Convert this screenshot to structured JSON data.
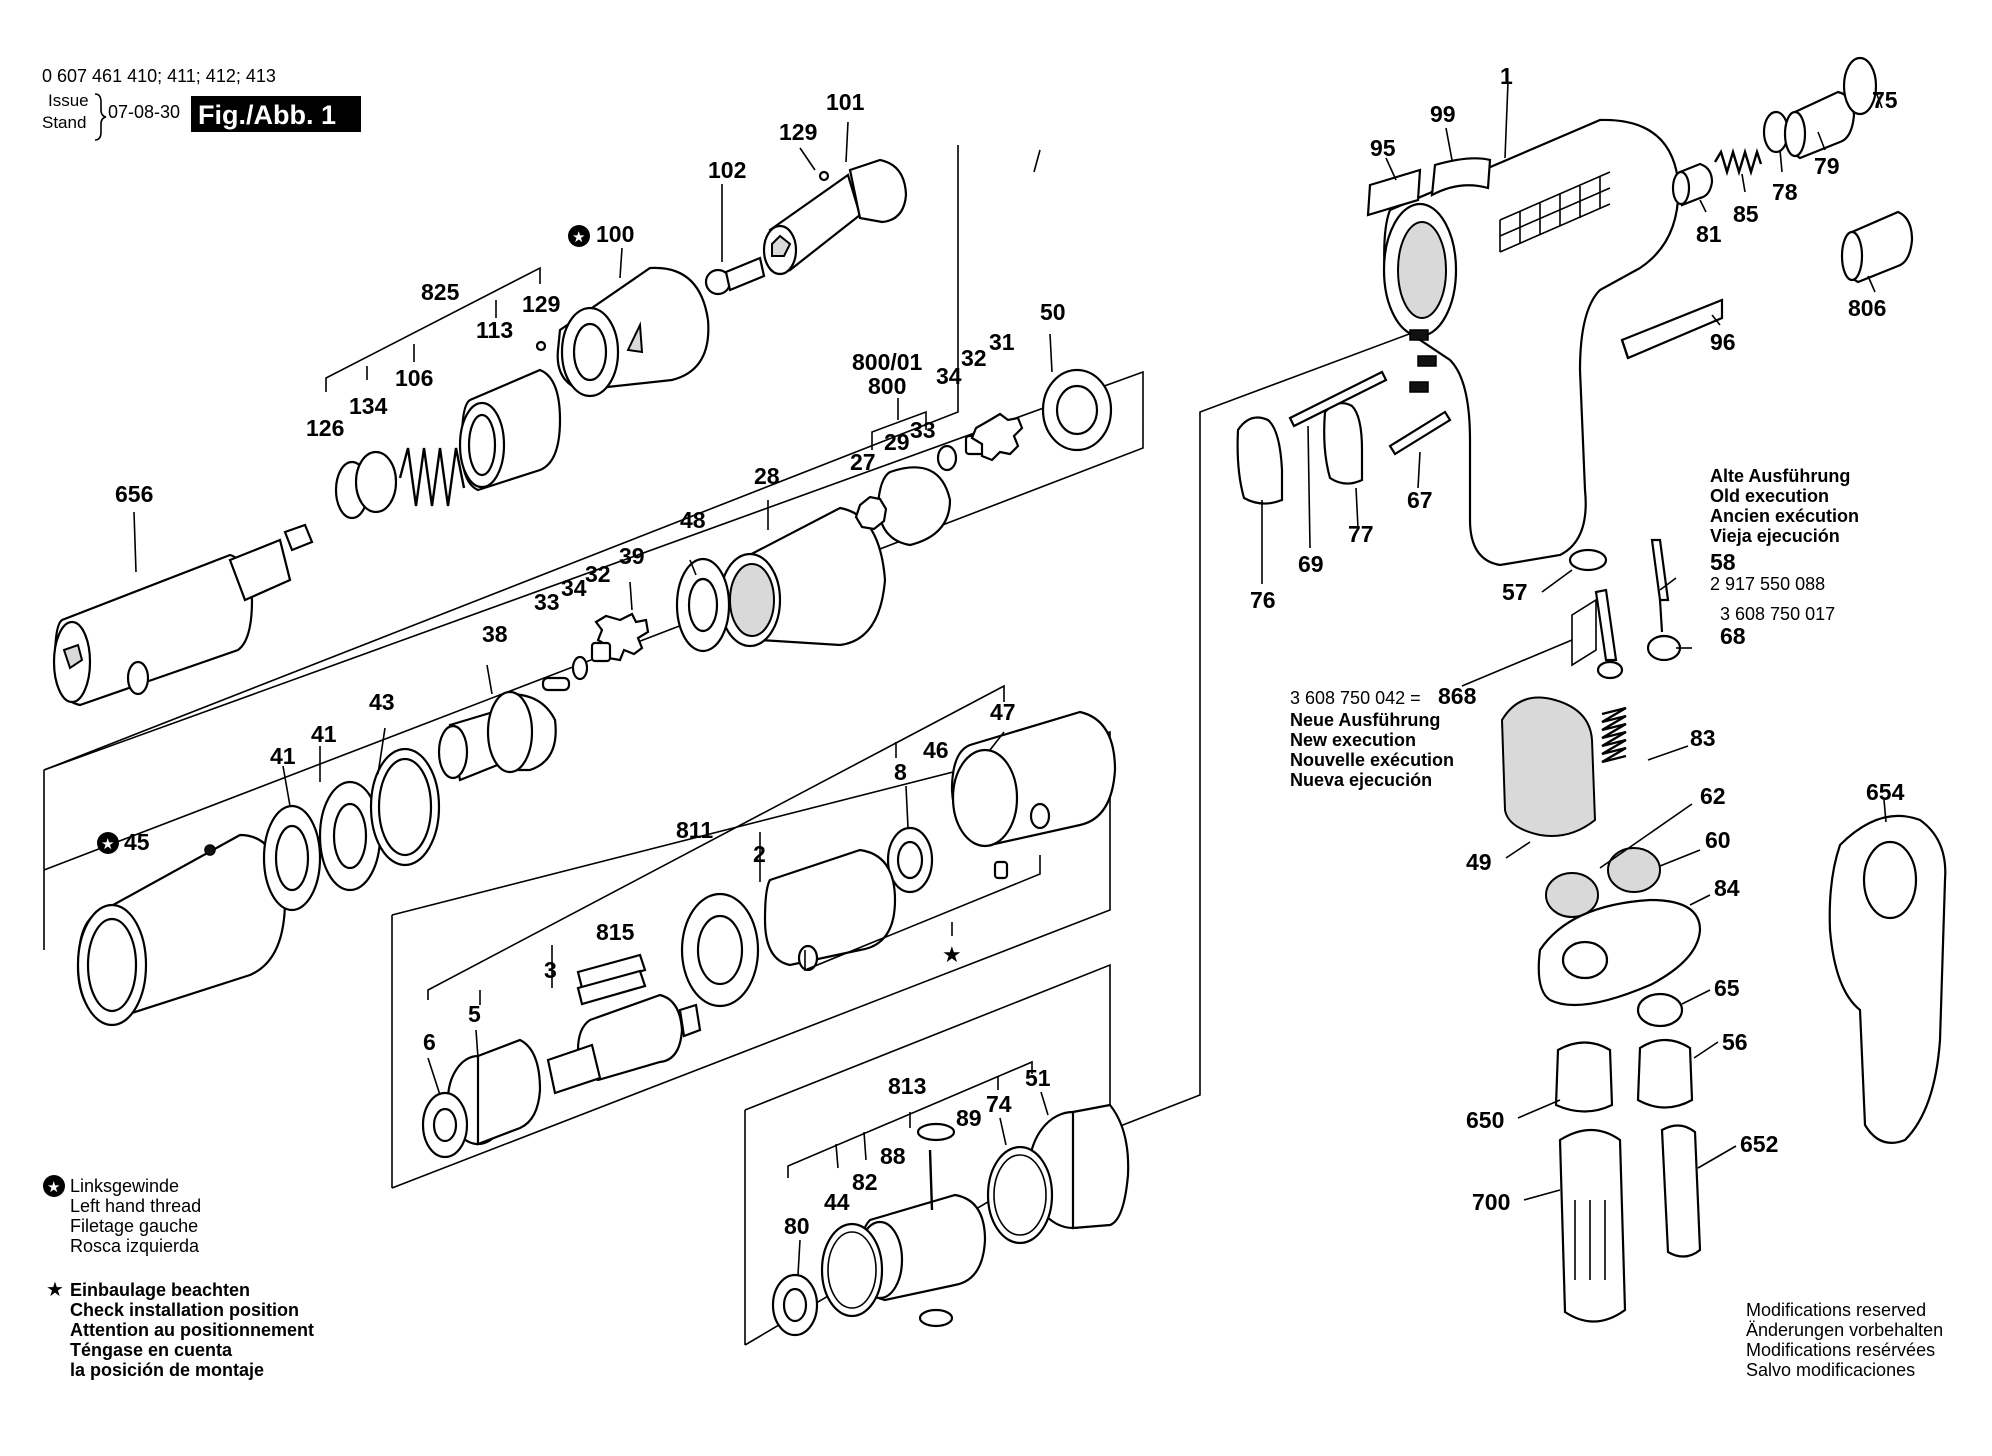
{
  "header": {
    "document_numbers": "0 607 461 410; 411; 412; 413",
    "issue_label": "Issue",
    "stand_label": "Stand",
    "date": "07-08-30",
    "figure_label": "Fig./Abb. 1"
  },
  "parts": [
    {
      "id": "1",
      "label": "1"
    },
    {
      "id": "95",
      "label": "95"
    },
    {
      "id": "99",
      "label": "99"
    },
    {
      "id": "75",
      "label": "75"
    },
    {
      "id": "79",
      "label": "79"
    },
    {
      "id": "78",
      "label": "78"
    },
    {
      "id": "85",
      "label": "85"
    },
    {
      "id": "81",
      "label": "81"
    },
    {
      "id": "806",
      "label": "806"
    },
    {
      "id": "96",
      "label": "96"
    },
    {
      "id": "101",
      "label": "101"
    },
    {
      "id": "129a",
      "label": "129"
    },
    {
      "id": "102",
      "label": "102"
    },
    {
      "id": "100",
      "label": "100"
    },
    {
      "id": "825",
      "label": "825"
    },
    {
      "id": "113",
      "label": "113"
    },
    {
      "id": "129b",
      "label": "129"
    },
    {
      "id": "106",
      "label": "106"
    },
    {
      "id": "134",
      "label": "134"
    },
    {
      "id": "126",
      "label": "126"
    },
    {
      "id": "656",
      "label": "656"
    },
    {
      "id": "800-01",
      "label": "800/01"
    },
    {
      "id": "800",
      "label": "800"
    },
    {
      "id": "34a",
      "label": "34"
    },
    {
      "id": "32a",
      "label": "32"
    },
    {
      "id": "31",
      "label": "31"
    },
    {
      "id": "50",
      "label": "50"
    },
    {
      "id": "33a",
      "label": "33"
    },
    {
      "id": "29",
      "label": "29"
    },
    {
      "id": "27",
      "label": "27"
    },
    {
      "id": "28",
      "label": "28"
    },
    {
      "id": "48",
      "label": "48"
    },
    {
      "id": "39",
      "label": "39"
    },
    {
      "id": "32b",
      "label": "32"
    },
    {
      "id": "34b",
      "label": "34"
    },
    {
      "id": "33b",
      "label": "33"
    },
    {
      "id": "38",
      "label": "38"
    },
    {
      "id": "43",
      "label": "43"
    },
    {
      "id": "41a",
      "label": "41"
    },
    {
      "id": "41b",
      "label": "41"
    },
    {
      "id": "45",
      "label": "45"
    },
    {
      "id": "47",
      "label": "47"
    },
    {
      "id": "46",
      "label": "46"
    },
    {
      "id": "8",
      "label": "8"
    },
    {
      "id": "811",
      "label": "811"
    },
    {
      "id": "2",
      "label": "2"
    },
    {
      "id": "815",
      "label": "815"
    },
    {
      "id": "3",
      "label": "3"
    },
    {
      "id": "5",
      "label": "5"
    },
    {
      "id": "6",
      "label": "6"
    },
    {
      "id": "813",
      "label": "813"
    },
    {
      "id": "51",
      "label": "51"
    },
    {
      "id": "74",
      "label": "74"
    },
    {
      "id": "89",
      "label": "89"
    },
    {
      "id": "88",
      "label": "88"
    },
    {
      "id": "82",
      "label": "82"
    },
    {
      "id": "44",
      "label": "44"
    },
    {
      "id": "80",
      "label": "80"
    },
    {
      "id": "76",
      "label": "76"
    },
    {
      "id": "69",
      "label": "69"
    },
    {
      "id": "77",
      "label": "77"
    },
    {
      "id": "67",
      "label": "67"
    },
    {
      "id": "57",
      "label": "57"
    },
    {
      "id": "58",
      "label": "58"
    },
    {
      "id": "68",
      "label": "68"
    },
    {
      "id": "868",
      "label": "868"
    },
    {
      "id": "83",
      "label": "83"
    },
    {
      "id": "49",
      "label": "49"
    },
    {
      "id": "62",
      "label": "62"
    },
    {
      "id": "60",
      "label": "60"
    },
    {
      "id": "84",
      "label": "84"
    },
    {
      "id": "65",
      "label": "65"
    },
    {
      "id": "56",
      "label": "56"
    },
    {
      "id": "650",
      "label": "650"
    },
    {
      "id": "652",
      "label": "652"
    },
    {
      "id": "700",
      "label": "700"
    },
    {
      "id": "654",
      "label": "654"
    }
  ],
  "part_numbers": {
    "p58": "2 917 550 088",
    "p68": "3 608 750 017",
    "p868": "3 608 750 042 ="
  },
  "old_execution": [
    "Alte Ausführung",
    "Old execution",
    "Ancien exécution",
    "Vieja ejecución"
  ],
  "new_execution": [
    "Neue Ausführung",
    "New execution",
    "Nouvelle exécution",
    "Nueva ejecución"
  ],
  "legend_left_hand": {
    "symbol": "circled-star",
    "lines": [
      "Linksgewinde",
      "Left hand thread",
      "Filetage gauche",
      "Rosca izquierda"
    ]
  },
  "legend_install": {
    "symbol": "star",
    "lines": [
      "Einbaulage beachten",
      "Check installation position",
      "Attention au positionnement",
      "Téngase en cuenta",
      "la posición de montaje"
    ]
  },
  "modifications": [
    "Modifications reserved",
    "Änderungen vorbehalten",
    "Modifications resérvées",
    "Salvo modificaciones"
  ],
  "install_marker": "★"
}
